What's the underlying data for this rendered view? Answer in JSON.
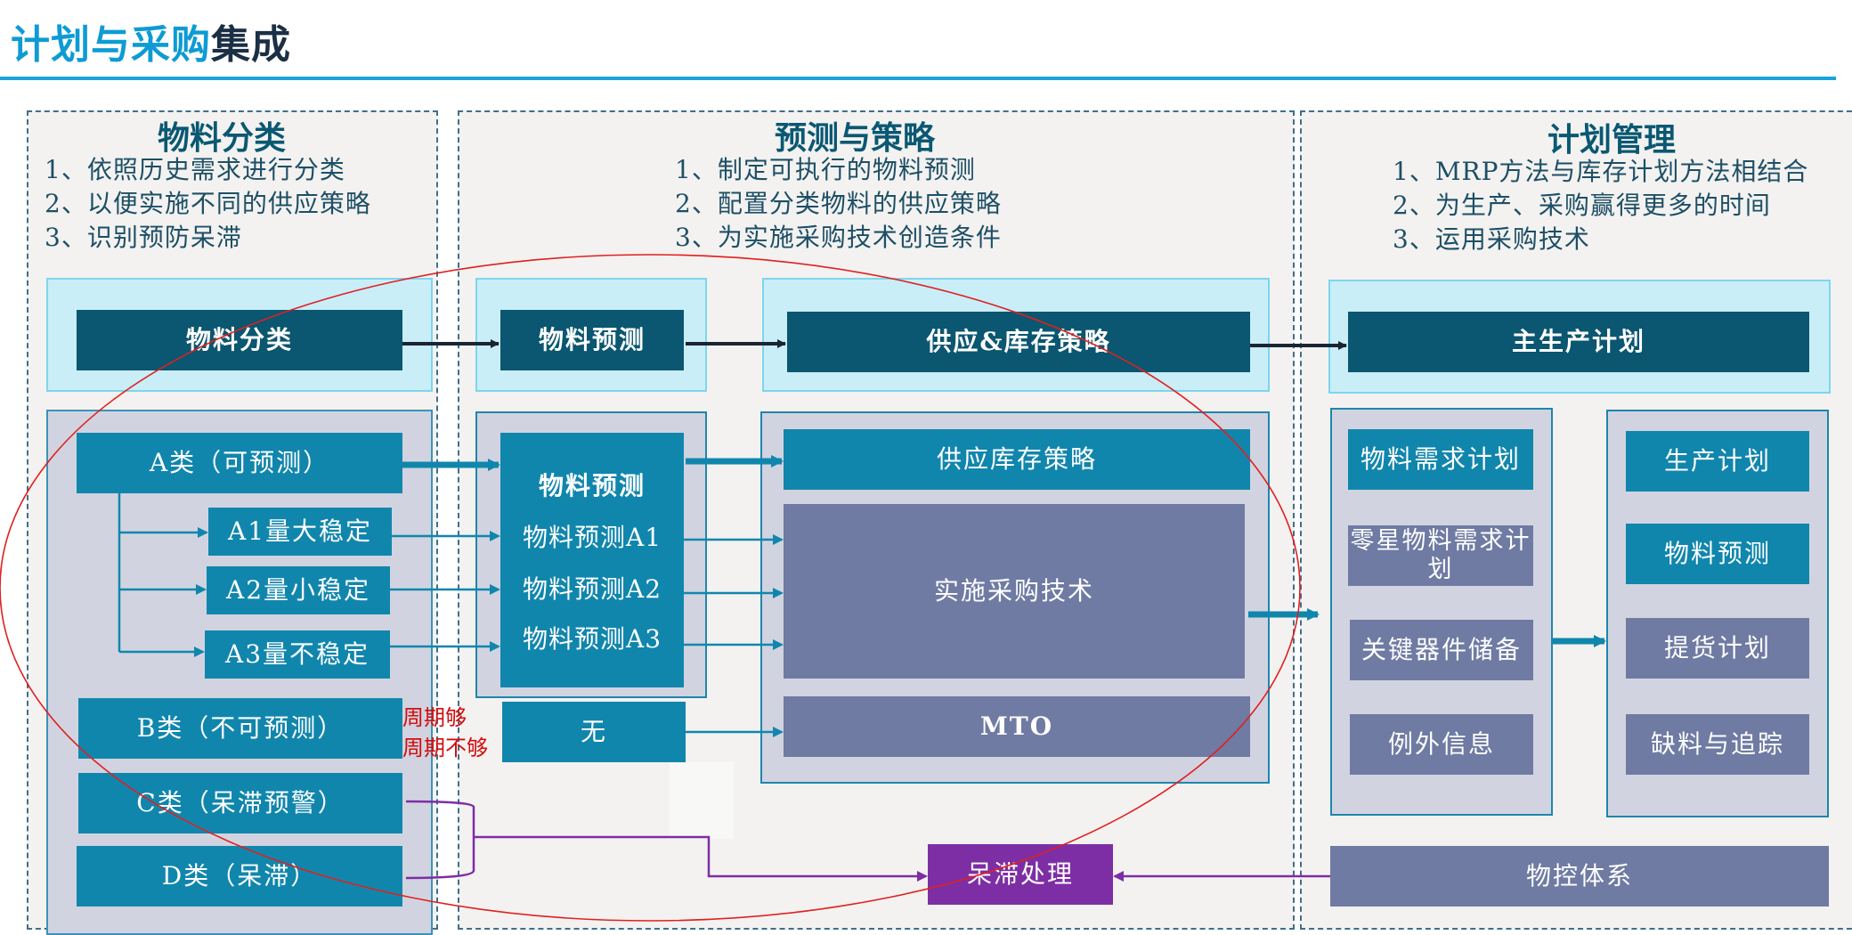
{
  "title": {
    "part1": "计划与采购",
    "part2": "集成"
  },
  "sections": {
    "classification": {
      "title": "物料分类",
      "lines": [
        "1、依照历史需求进行分类",
        "2、以便实施不同的供应策略",
        "3、识别预防呆滞"
      ]
    },
    "forecast": {
      "title": "预测与策略",
      "lines": [
        "1、制定可执行的物料预测",
        "2、配置分类物料的供应策略",
        "3、为实施采购技术创造条件"
      ]
    },
    "planning": {
      "title": "计划管理",
      "lines": [
        "1、MRP方法与库存计划方法相结合",
        "2、为生产、采购赢得更多的时间",
        "3、运用采购技术"
      ]
    }
  },
  "flow": {
    "classify": "物料分类",
    "forecast": "物料预测",
    "strategy": "供应&库存策略",
    "mps": "主生产计划"
  },
  "categories": {
    "a": "A类（可预测）",
    "a1": "A1量大稳定",
    "a2": "A2量小稳定",
    "a3": "A3量不稳定",
    "b": "B类（不可预测）",
    "c": "C类（呆滞预警）",
    "d": "D类（呆滞）"
  },
  "notes": {
    "enough": "周期够",
    "not_enough": "周期不够"
  },
  "forecast_stack": {
    "title": "物料预测",
    "items": [
      "物料预测A1",
      "物料预测A2",
      "物料预测A3"
    ]
  },
  "none_box": "无",
  "strategy_panel": {
    "supply": "供应库存策略",
    "tech": "实施采购技术",
    "mto": "MTO"
  },
  "mrp_col": [
    "物料需求计划",
    "零星物料需求计划",
    "关键器件储备",
    "例外信息"
  ],
  "prod_col": [
    "生产计划",
    "物料预测",
    "提货计划",
    "缺料与追踪"
  ],
  "stale": "呆滞处理",
  "control": "物控体系",
  "colors": {
    "title_accent": "#0e9bd4",
    "dark_box": "#0b5670",
    "teal_box": "#1186ad",
    "slate_box": "#6f7ba3",
    "purple_box": "#7d2ea5",
    "annotation_ellipse": "#e02020"
  }
}
